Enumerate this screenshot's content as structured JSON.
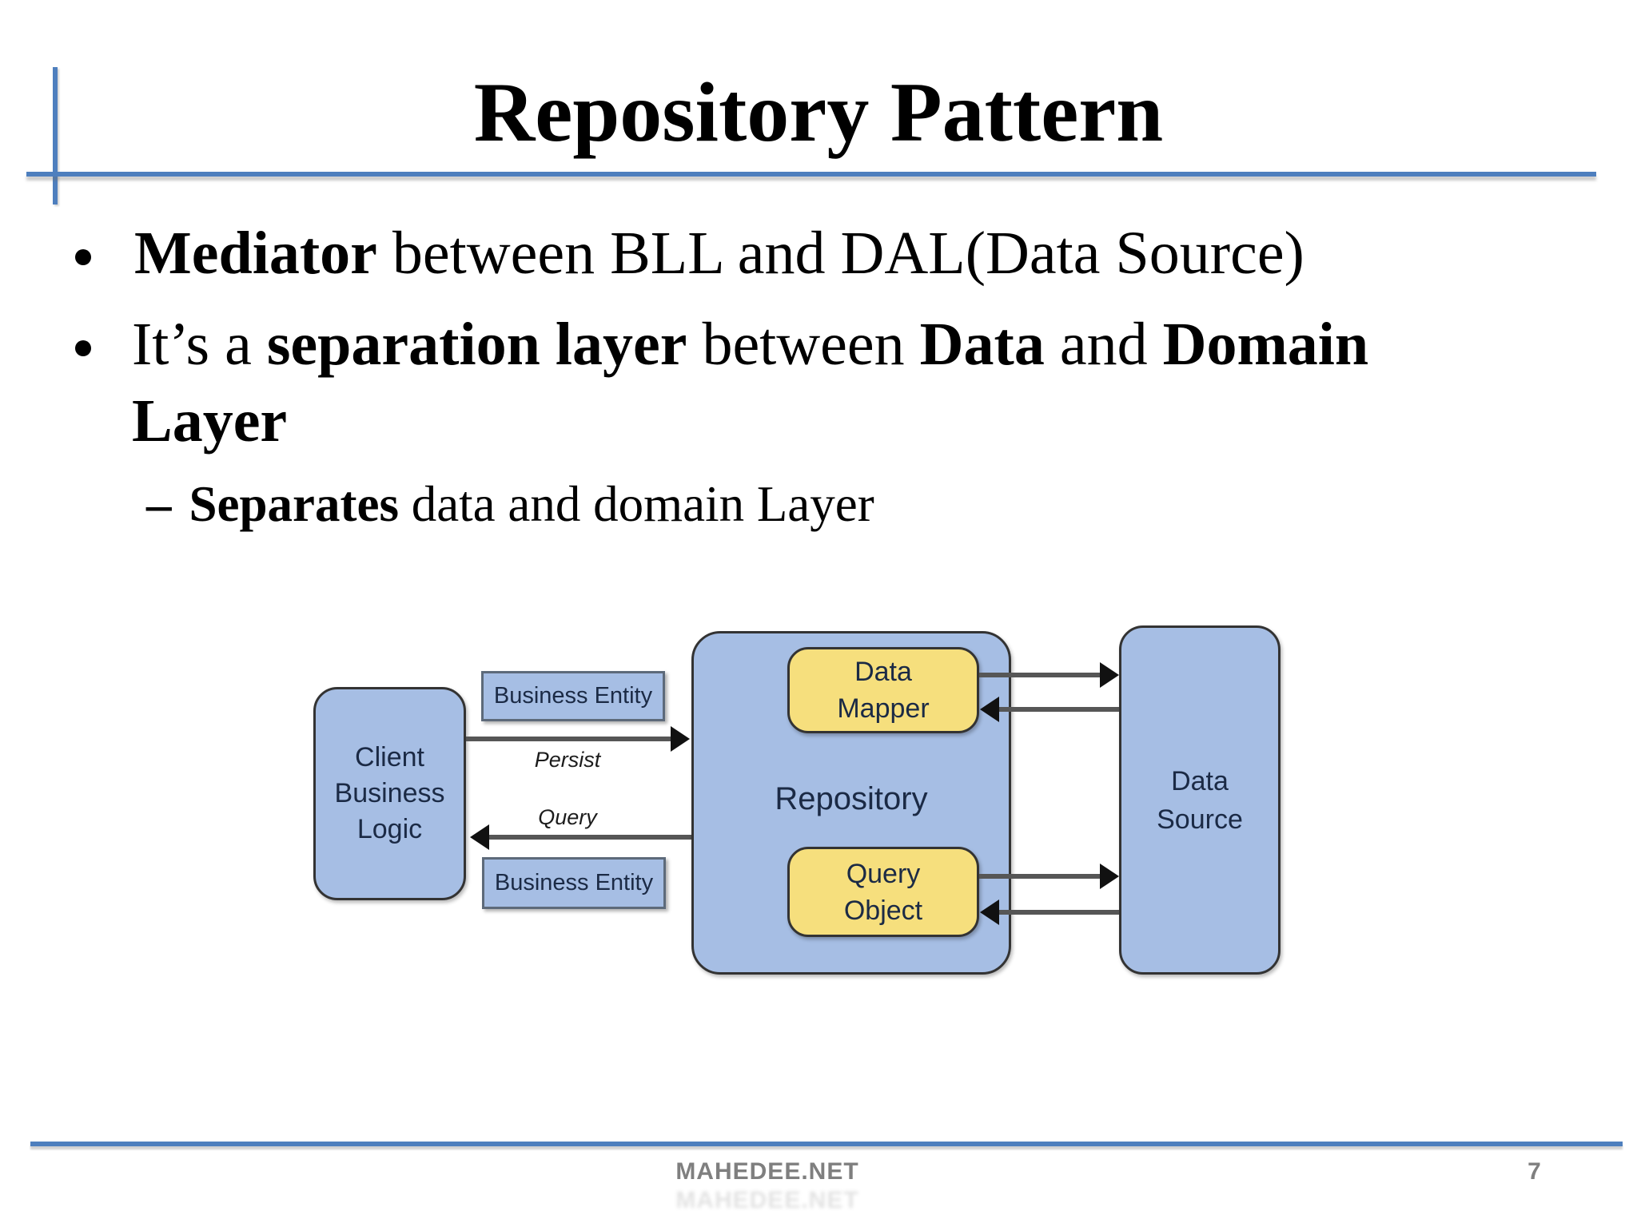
{
  "slide": {
    "title": "Repository Pattern",
    "bullet1": {
      "parts": [
        "Mediator",
        " between BLL and DAL(Data Source)"
      ]
    },
    "bullet2": {
      "line1_parts": [
        "It’s a ",
        "separation layer",
        " between ",
        "Data",
        " and ",
        "Domain"
      ],
      "line2": "Layer"
    },
    "sub_bullet": {
      "dash": "–",
      "parts": [
        "Separates",
        " data and domain Layer"
      ]
    }
  },
  "diagram": {
    "client_box": {
      "lines": [
        "Client",
        "Business",
        "Logic"
      ]
    },
    "business_entity_top": "Business Entity",
    "business_entity_bottom": "Business Entity",
    "persist_label": "Persist",
    "query_label": "Query",
    "repository_label": "Repository",
    "data_mapper": {
      "lines": [
        "Data",
        "Mapper"
      ]
    },
    "query_object": {
      "lines": [
        "Query",
        "Object"
      ]
    },
    "data_source": {
      "lines": [
        "Data",
        "Source"
      ]
    }
  },
  "footer": {
    "site": "MAHEDEE.NET",
    "page": "7"
  },
  "colors": {
    "accent_blue": "#4e7fbe",
    "box_blue": "#a6bee4",
    "box_yellow": "#f6df7d",
    "arrow_gray": "#565656",
    "arrowhead_black": "#111111",
    "diagram_text": "#1b2a45",
    "footer_gray": "#7f7f7f",
    "body_text": "#000000"
  }
}
